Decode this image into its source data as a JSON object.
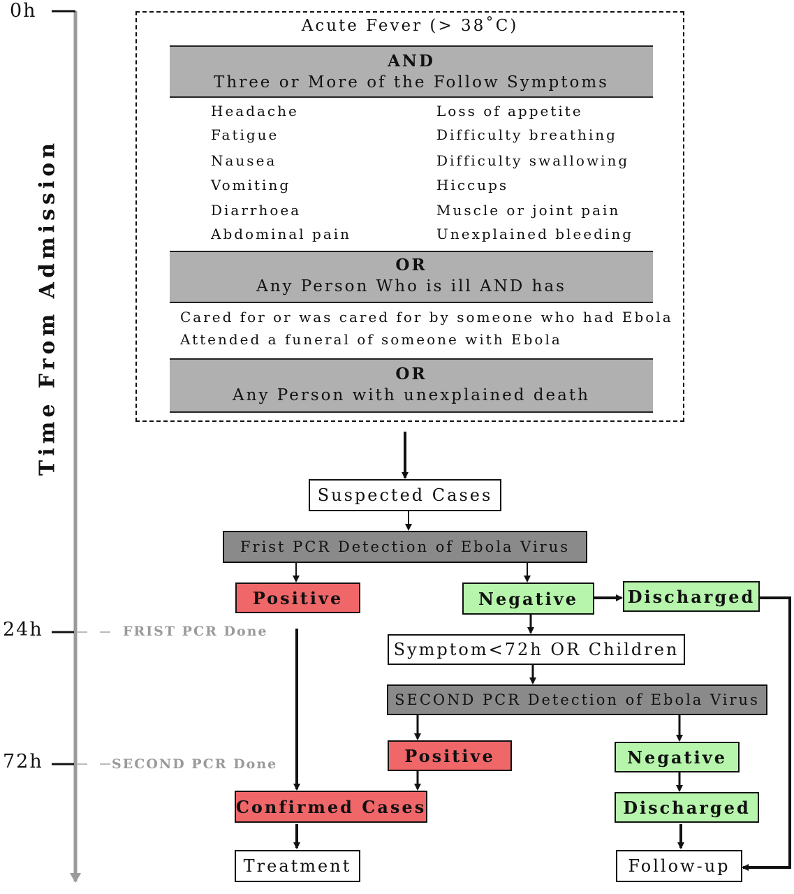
{
  "timeline": {
    "axis_label": "Time From Admission",
    "ticks": [
      {
        "label": "0h",
        "marker": ""
      },
      {
        "label": "24h",
        "marker_prefix": "FRIST",
        "marker_pcr": "PCR",
        "marker_suffix": "Done"
      },
      {
        "label": "72h",
        "marker_prefix": "SECOND",
        "marker_pcr": "PCR",
        "marker_suffix": "Done"
      }
    ]
  },
  "criteria": {
    "title": "Acute Fever (> 38˚C)",
    "and_band": {
      "keyword": "AND",
      "text": "Three or More of the Follow Symptoms"
    },
    "symptoms_left": [
      "Headache",
      "Fatigue",
      "Nausea",
      "Vomiting",
      "Diarrhoea",
      "Abdominal pain"
    ],
    "symptoms_right": [
      "Loss of appetite",
      "Difficulty breathing",
      "Difficulty swallowing",
      "Hiccups",
      "Muscle or joint pain",
      "Unexplained bleeding"
    ],
    "or_band_1": {
      "keyword": "OR",
      "text": "Any Person Who is ill AND has"
    },
    "contacts": [
      "Cared for or was cared for by someone who had Ebola",
      "Attended a funeral of someone with Ebola"
    ],
    "or_band_2": {
      "keyword": "OR",
      "text": "Any Person with unexplained death"
    }
  },
  "flow": {
    "suspected": "Suspected Cases",
    "first_pcr": "Frist PCR Detection of Ebola Virus",
    "first_positive": "Positive",
    "first_negative": "Negative",
    "first_discharged": "Discharged",
    "condition": "Symptom<72h OR Children",
    "second_pcr": "SECOND PCR Detection of Ebola Virus",
    "second_positive": "Positive",
    "second_negative": "Negative",
    "confirmed": "Confirmed Cases",
    "second_discharged": "Discharged",
    "treatment": "Treatment",
    "follow_up": "Follow-up"
  },
  "colors": {
    "positive": "#f0676a",
    "negative": "#b7f5ad",
    "pcr_box": "#8a8a8a",
    "band": "#b0b0b0",
    "timeline": "#9a9a9a"
  }
}
